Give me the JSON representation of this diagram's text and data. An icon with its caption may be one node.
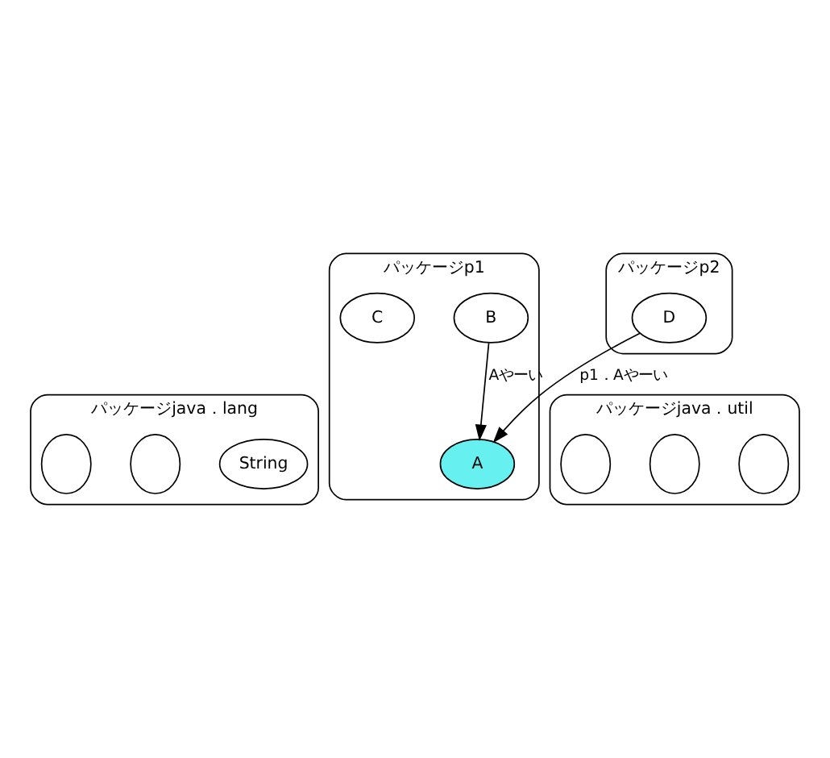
{
  "diagram": {
    "nodes": [
      {
        "text": [
          "パッケージp1"
        ]
      },
      {
        "text": [
          "A"
        ],
        "in": 0
      },
      {
        "text": [
          "B"
        ],
        "in": 0
      },
      {
        "text": [
          "C"
        ],
        "in": 0
      },
      {
        "text": [
          "パッケージp2"
        ]
      },
      {
        "text": [
          "D"
        ],
        "in": 4
      },
      {
        "text": [
          "パッケージjava．lang"
        ]
      },
      {
        "text": [
          "String"
        ],
        "in": 6
      },
      {
        "text": [],
        "shape": "circle",
        "in": 6
      },
      {
        "text": [],
        "shape": "circle",
        "in": 6
      },
      {
        "text": [
          "パッケージjava．util"
        ]
      },
      {
        "text": [],
        "shape": "circle",
        "in": 10
      },
      {
        "text": [],
        "shape": "circle",
        "in": 10
      },
      {
        "text": [],
        "shape": "circle",
        "in": 10
      }
    ],
    "edges": [
      {
        "from": 2,
        "to": 1,
        "arrow": "to",
        "label": "Aやーい"
      },
      {
        "from": 5,
        "to": 1,
        "arrow": "to",
        "label": "p1．Aやーい"
      }
    ]
  }
}
